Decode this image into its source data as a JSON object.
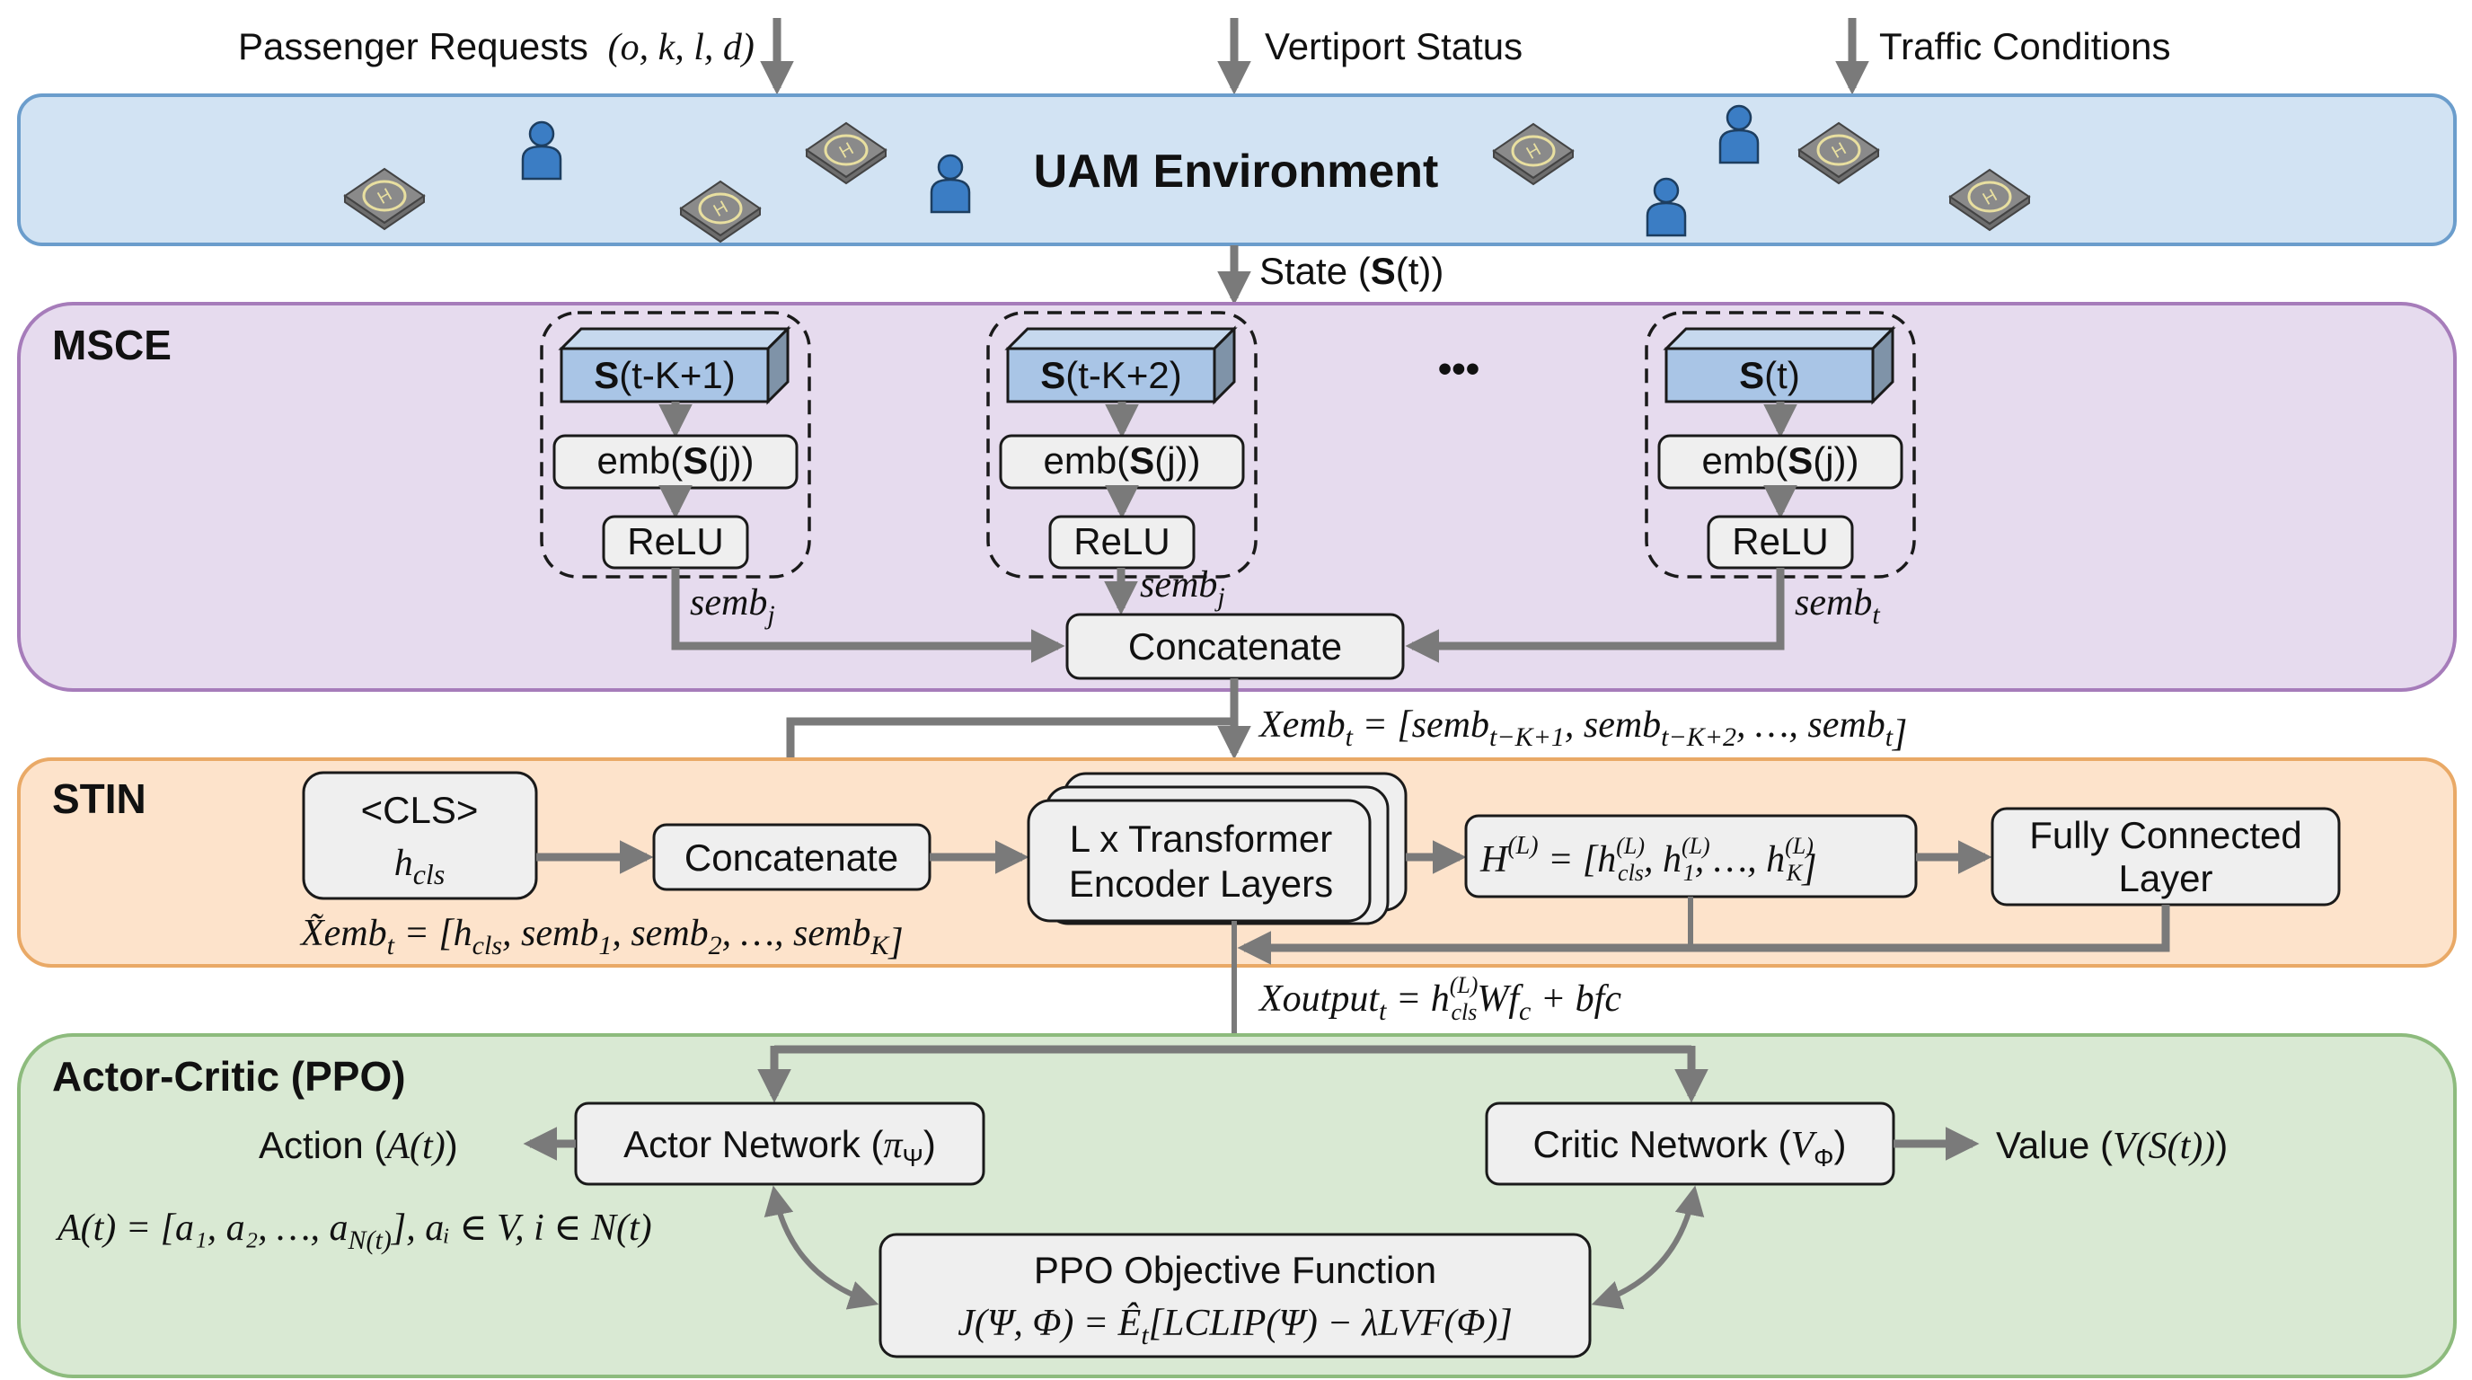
{
  "inputs": {
    "passenger_requests": "Passenger Requests",
    "passenger_requests_vars": "(o, k, l, d)",
    "vertiport_status": "Vertiport Status",
    "traffic_conditions": "Traffic Conditions"
  },
  "uam": {
    "title": "UAM Environment",
    "icons": {
      "vertiport": "helipad-icon",
      "passenger": "person-icon"
    },
    "state_label_prefix": "State (",
    "state_label_bold": "S",
    "state_label_suffix": "(t))"
  },
  "msce": {
    "title": "MSCE",
    "groups": [
      {
        "state_bold": "S",
        "state_rest": "(t-K+1)",
        "emb_prefix": "emb(",
        "emb_bold": "S",
        "emb_suffix": "(j))",
        "activation": "ReLU",
        "output_base": "semb",
        "output_sub": "j"
      },
      {
        "state_bold": "S",
        "state_rest": "(t-K+2)",
        "emb_prefix": "emb(",
        "emb_bold": "S",
        "emb_suffix": "(j))",
        "activation": "ReLU",
        "output_base": "semb",
        "output_sub": "j"
      },
      {
        "state_bold": "S",
        "state_rest": "(t)",
        "emb_prefix": "emb(",
        "emb_bold": "S",
        "emb_suffix": "(j))",
        "activation": "ReLU",
        "output_base": "semb",
        "output_sub": "t"
      }
    ],
    "ellipsis": "•••",
    "concatenate": "Concatenate",
    "xemb_formula": {
      "lhs": "Xemb",
      "lhs_sub": "t",
      "eq": " = [",
      "terms": [
        {
          "base": "semb",
          "sub": "t−K+1"
        },
        {
          "base": "semb",
          "sub": "t−K+2"
        },
        {
          "base": "…",
          "sub": ""
        },
        {
          "base": "semb",
          "sub": "t"
        }
      ],
      "close": "]"
    }
  },
  "stin": {
    "title": "STIN",
    "cls_token": "<CLS>",
    "cls_var": "h",
    "cls_var_sub": "cls",
    "concatenate": "Concatenate",
    "transformer_line1": "L x Transformer",
    "transformer_line2": "Encoder Layers",
    "h_formula": {
      "lhs": "H",
      "lhs_sup": "(L)",
      "eq": " = [",
      "terms": [
        {
          "base": "h",
          "sub": "cls",
          "sup": "(L)"
        },
        {
          "base": "h",
          "sub": "1",
          "sup": "(L)"
        },
        {
          "base": "…",
          "sub": "",
          "sup": ""
        },
        {
          "base": "h",
          "sub": "K",
          "sup": "(L)"
        }
      ],
      "close": "]"
    },
    "fc_line1": "Fully Connected",
    "fc_line2": "Layer",
    "xtilde_formula": {
      "lhs": "X̃emb",
      "lhs_sub": "t",
      "eq": " = [",
      "terms": [
        {
          "base": "h",
          "sub": "cls"
        },
        {
          "base": "semb",
          "sub": "1"
        },
        {
          "base": "semb",
          "sub": "2"
        },
        {
          "base": "…",
          "sub": ""
        },
        {
          "base": "semb",
          "sub": "K"
        }
      ],
      "close": "]"
    },
    "xoutput_formula": {
      "lhs": "Xoutput",
      "lhs_sub": "t",
      "eq": " = ",
      "h": "h",
      "h_sub": "cls",
      "h_sup": "(L)",
      "rest": "Wf",
      "rest_sub": "c",
      "tail": " + bfc"
    }
  },
  "actor_critic": {
    "title": "Actor-Critic (PPO)",
    "actor_label": "Actor Network (",
    "actor_sym": "π",
    "actor_sub": "Ψ",
    "critic_label": "Critic Network (",
    "critic_sym": "V",
    "critic_sub": "Φ",
    "action_label": "Action (",
    "action_math": "A(t)",
    "value_label": "Value (",
    "value_math": "V(S(t))",
    "action_formula": "A(t) = [a₁, a₂, …, a",
    "action_formula_sub": "N(t)",
    "action_formula_tail": "], aᵢ ∈ V, i ∈ N(t)",
    "ppo_title": "PPO Objective Function",
    "ppo_formula": "J(Ψ, Φ) = Ê",
    "ppo_formula_sub": "t",
    "ppo_formula_tail": "[LCLIP(Ψ) − λLVF(Φ)]"
  },
  "colors": {
    "uam_bg": "#d2e3f3",
    "uam_border": "#6b9dcc",
    "msce_bg": "#e6dbee",
    "msce_border": "#a67cba",
    "stin_bg": "#fde3cb",
    "stin_border": "#e9a966",
    "ac_bg": "#d9e9d3",
    "ac_border": "#8dbb7d",
    "state_cube": "#a9c5e6",
    "passenger": "#3b7dc4",
    "arrow": "#7a7a7a"
  }
}
